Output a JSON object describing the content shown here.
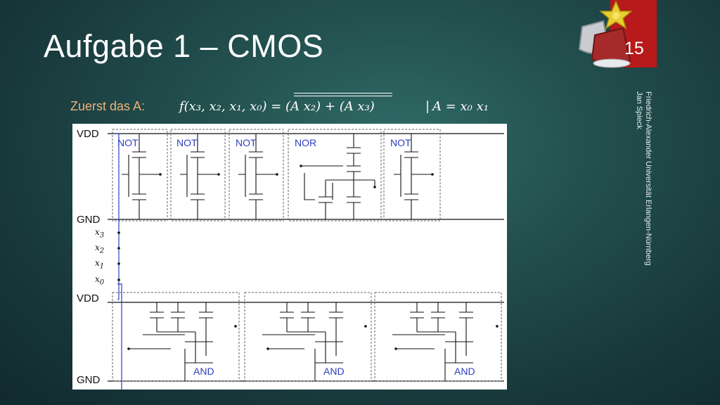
{
  "slide": {
    "title": "Aufgabe 1 – CMOS",
    "number": "15",
    "side_text_line1": "Friedrich-Alexander Universität Erlangen-Nürnberg",
    "side_text_line2": "Jan Spieck",
    "accent_color": "#b8191a"
  },
  "formula": {
    "intro": "Zuerst das A:",
    "expression": "f(x₃, x₂, x₁, x₀) = (A x₂) + (A x₃)",
    "separator": "|",
    "definition": "A = x₀ x₁"
  },
  "diagram": {
    "rails": {
      "vdd": "VDD",
      "gnd": "GND"
    },
    "gates_top": [
      "NOT",
      "NOT",
      "NOT",
      "NOR",
      "NOT"
    ],
    "gates_bottom": [
      "AND",
      "AND",
      "AND"
    ],
    "inputs": [
      "x3",
      "x2",
      "x1",
      "x0"
    ],
    "input_subs": [
      "3",
      "2",
      "1",
      "0"
    ]
  }
}
